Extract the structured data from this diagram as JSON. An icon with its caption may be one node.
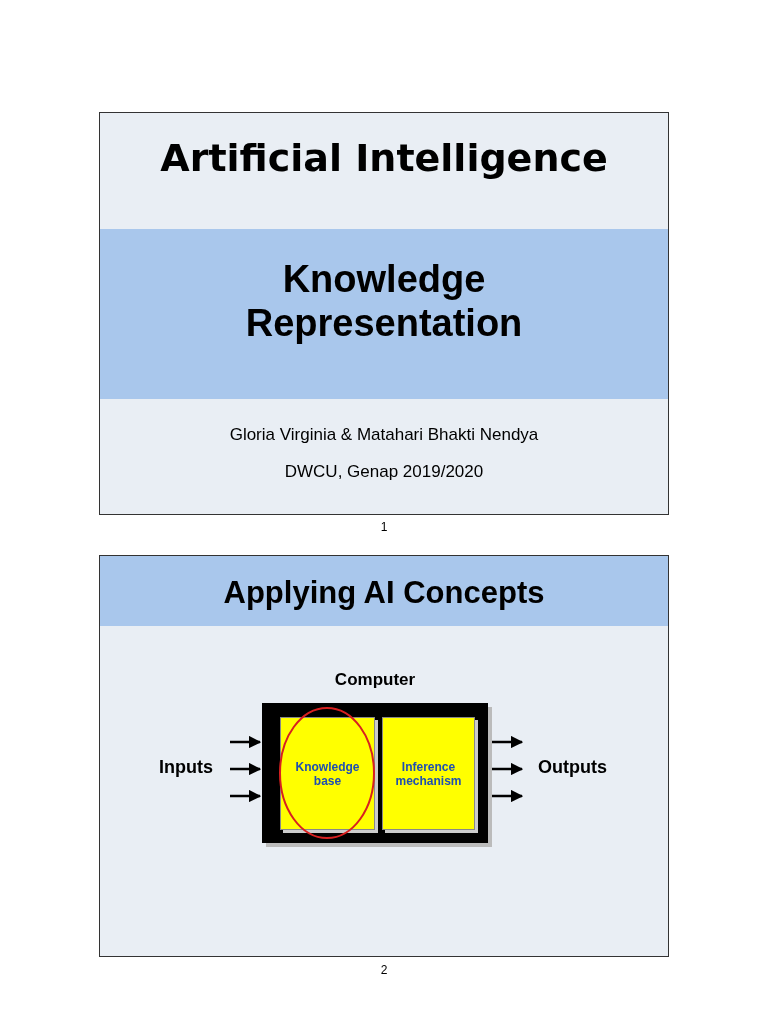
{
  "diagram": {
    "nodes": [
      {
        "text": [
          "Inputs"
        ]
      },
      {
        "text": [
          "Computer"
        ]
      },
      {
        "text": [
          "Knowledge base"
        ],
        "in": 1
      },
      {
        "text": [
          "Inference mechanism"
        ],
        "in": 1
      },
      {
        "text": [
          "Outputs"
        ]
      }
    ],
    "edges": [
      {
        "from": 0,
        "to": 1,
        "arrow": "to"
      },
      {
        "from": 0,
        "to": 1,
        "arrow": "to"
      },
      {
        "from": 0,
        "to": 1,
        "arrow": "to"
      },
      {
        "from": 1,
        "to": 4,
        "arrow": "to"
      },
      {
        "from": 1,
        "to": 4,
        "arrow": "to"
      },
      {
        "from": 1,
        "to": 4,
        "arrow": "to"
      }
    ],
    "labels": [
      "Artificial Intelligence",
      "Knowledge Representation",
      "Gloria Virginia & Matahari Bhakti Nendya",
      "DWCU, Genap 2019/2020",
      "1",
      "Applying AI Concepts",
      "2"
    ]
  }
}
